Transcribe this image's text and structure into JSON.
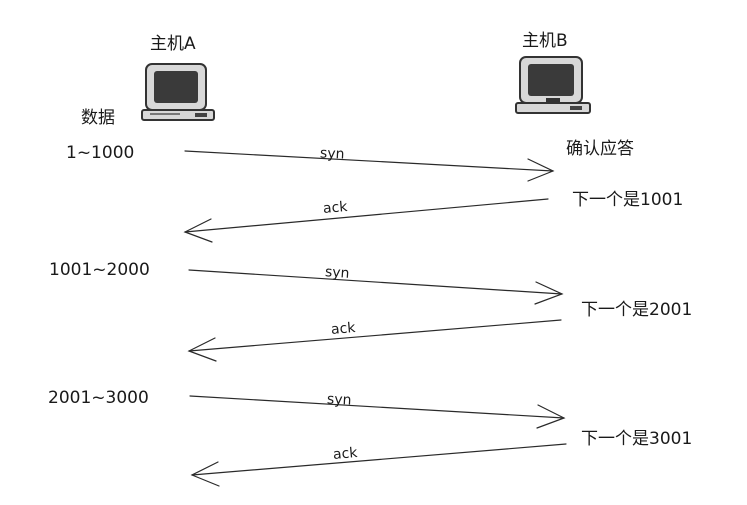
{
  "hosts": {
    "a": {
      "label": "主机A"
    },
    "b": {
      "label": "主机B"
    }
  },
  "data_label": "数据",
  "confirm_label": "确认应答",
  "segments": [
    {
      "range": "1~1000",
      "syn": "syn",
      "ack": "ack",
      "reply": "下一个是1001"
    },
    {
      "range": "1001~2000",
      "syn": "syn",
      "ack": "ack",
      "reply": "下一个是2001"
    },
    {
      "range": "2001~3000",
      "syn": "syn",
      "ack": "ack",
      "reply": "下一个是3001"
    }
  ]
}
